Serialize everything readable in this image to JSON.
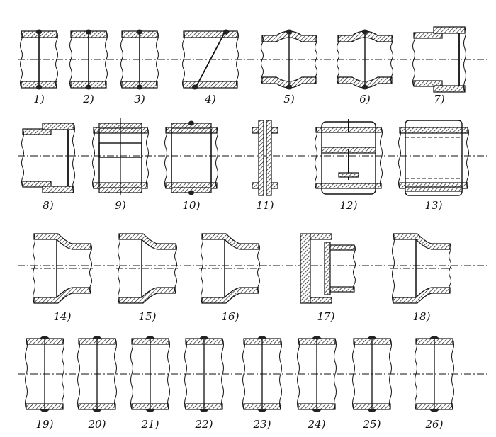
{
  "figure": {
    "ink_color": "#111111",
    "background": "#ffffff",
    "rows": [
      {
        "items": [
          {
            "label": "1)",
            "kind": "butt-weld"
          },
          {
            "label": "2)",
            "kind": "butt-weld"
          },
          {
            "label": "3)",
            "kind": "butt-weld"
          },
          {
            "label": "4)",
            "kind": "oblique-weld"
          },
          {
            "label": "5)",
            "kind": "bulge-weld"
          },
          {
            "label": "6)",
            "kind": "bulge-weld"
          },
          {
            "label": "7)",
            "kind": "socket-joint"
          }
        ]
      },
      {
        "items": [
          {
            "label": "8)",
            "kind": "socket-joint"
          },
          {
            "label": "9)",
            "kind": "sleeve-with-strap"
          },
          {
            "label": "10)",
            "kind": "sleeve"
          },
          {
            "label": "11)",
            "kind": "flange-pair"
          },
          {
            "label": "12)",
            "kind": "clamp-sleeve"
          },
          {
            "label": "13)",
            "kind": "wrapped-sleeve"
          }
        ]
      },
      {
        "items": [
          {
            "label": "14)",
            "kind": "reducer"
          },
          {
            "label": "15)",
            "kind": "reducer"
          },
          {
            "label": "16)",
            "kind": "reducer"
          },
          {
            "label": "17)",
            "kind": "flanged-reducer"
          },
          {
            "label": "18)",
            "kind": "reducer"
          }
        ]
      },
      {
        "items": [
          {
            "label": "19)",
            "kind": "weld-bead"
          },
          {
            "label": "20)",
            "kind": "weld-bead"
          },
          {
            "label": "21)",
            "kind": "weld-bead"
          },
          {
            "label": "22)",
            "kind": "weld-bead"
          },
          {
            "label": "23)",
            "kind": "weld-bead"
          },
          {
            "label": "24)",
            "kind": "weld-bead"
          },
          {
            "label": "25)",
            "kind": "weld-bead"
          },
          {
            "label": "26)",
            "kind": "weld-bead"
          }
        ]
      }
    ]
  }
}
